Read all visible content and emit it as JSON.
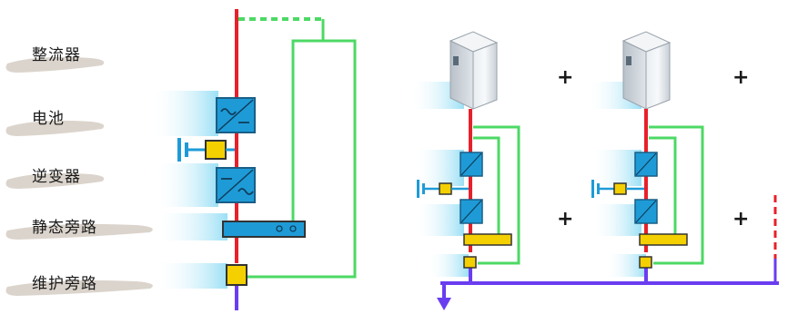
{
  "labels": {
    "rectifier": "整流器",
    "battery": "电池",
    "inverter": "逆变器",
    "static_bypass": "静态旁路",
    "maintenance_bypass": "维护旁路"
  },
  "operators": {
    "plus": "+"
  },
  "colors": {
    "power_path": "#e8202a",
    "bypass_path": "#4cd964",
    "output_bus": "#6a3df0",
    "module_fill": "#1e9bd7",
    "switch_fill": "#f4d000",
    "glow": "#9fe0f5",
    "brush_stroke": "#cfc6bc"
  },
  "icons": [
    "rectifier-icon",
    "inverter-icon",
    "battery-icon",
    "static-bypass-icon",
    "maintenance-bypass-switch-icon",
    "ups-cabinet-icon",
    "output-arrow-icon"
  ]
}
